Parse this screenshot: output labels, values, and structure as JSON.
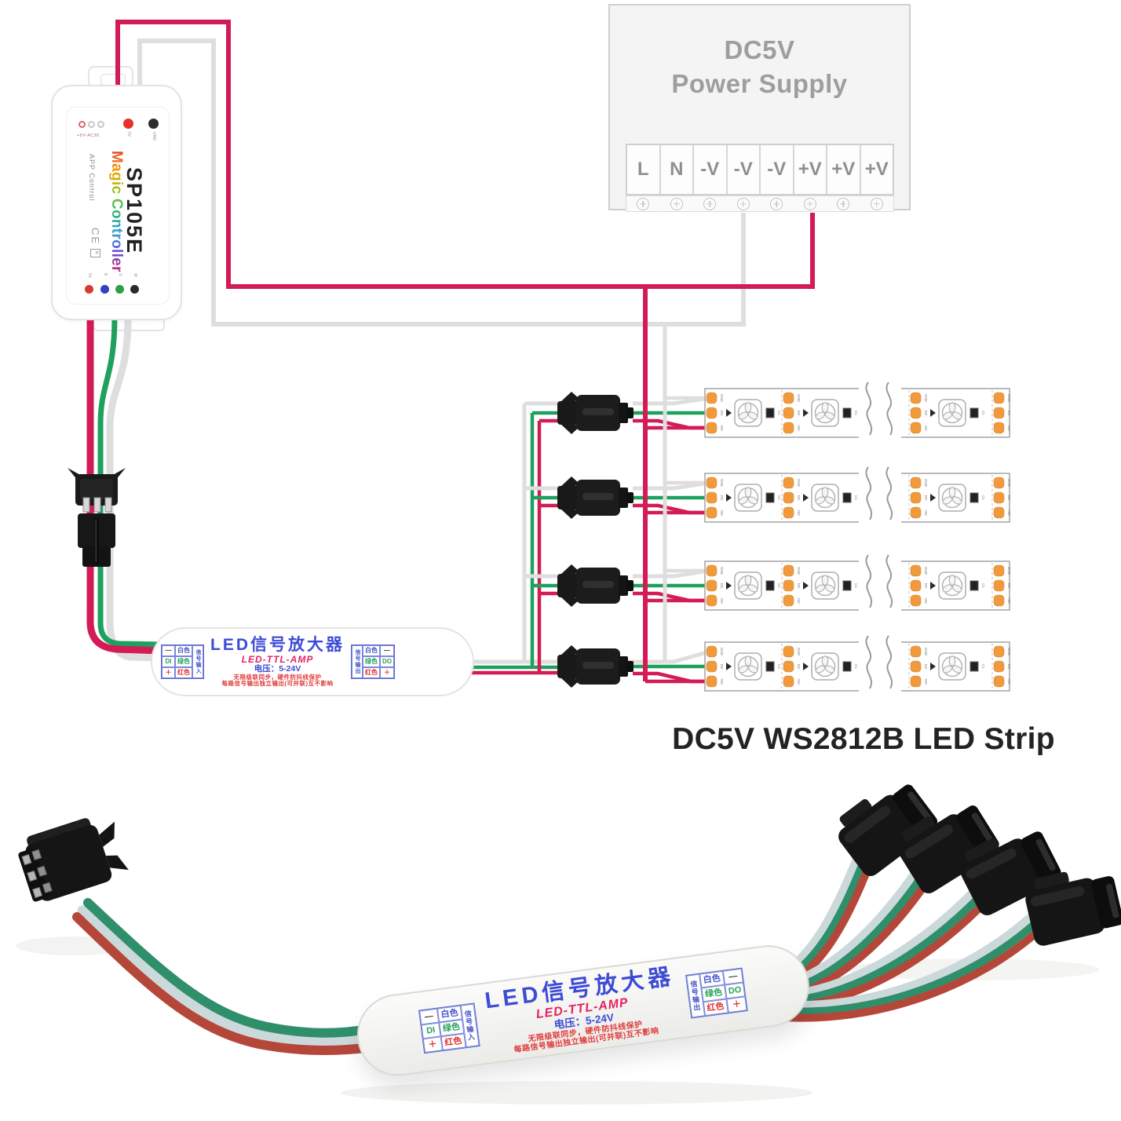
{
  "power_supply": {
    "title_line1": "DC5V",
    "title_line2": "Power Supply",
    "terminals": [
      "L",
      "N",
      "-V",
      "-V",
      "-V",
      "+V",
      "+V",
      "+V"
    ]
  },
  "controller": {
    "model": "SP105E",
    "brand": "Magic Controller",
    "app_label": "APP Control",
    "cert": "CE",
    "bin_icon_glyph": "✕",
    "top_marking": "+5V-AC30",
    "top_pins": [
      "5V",
      "GND"
    ],
    "output_pins": [
      "5V",
      "B",
      "G",
      "W"
    ]
  },
  "amplifier": {
    "title": "LED信号放大器",
    "subtitle": "LED-TTL-AMP",
    "voltage": "电压：5-24V",
    "note1": "无限级联同步，硬件防抖线保护",
    "note2": "每路信号输出独立输出(可并联)互不影响",
    "input_label": "信号输入",
    "output_label": "信号输出",
    "pins": [
      {
        "sym_in": "—",
        "color_name": "白色",
        "sym_out": "—"
      },
      {
        "sym_in": "DI",
        "color_name": "绿色",
        "sym_out": "DO"
      },
      {
        "sym_in": "＋",
        "color_name": "红色",
        "sym_out": "＋"
      }
    ]
  },
  "strip": {
    "caption": "DC5V WS2812B LED Strip",
    "pad_labels": [
      "GND",
      "DO",
      "+5V"
    ],
    "cap_label": "C1",
    "rows": 4
  },
  "colors": {
    "wire_red": "#d31c55",
    "wire_green": "#1ea05e",
    "wire_gray": "#dedede",
    "photo_red": "#b5473a",
    "photo_green": "#2f8f6b",
    "photo_white": "#ccd9db",
    "pad_orange": "#f09a3d",
    "connector_black": "#1a1a1a",
    "amp_blue": "#3d4bd6",
    "amp_pink": "#e32365"
  }
}
